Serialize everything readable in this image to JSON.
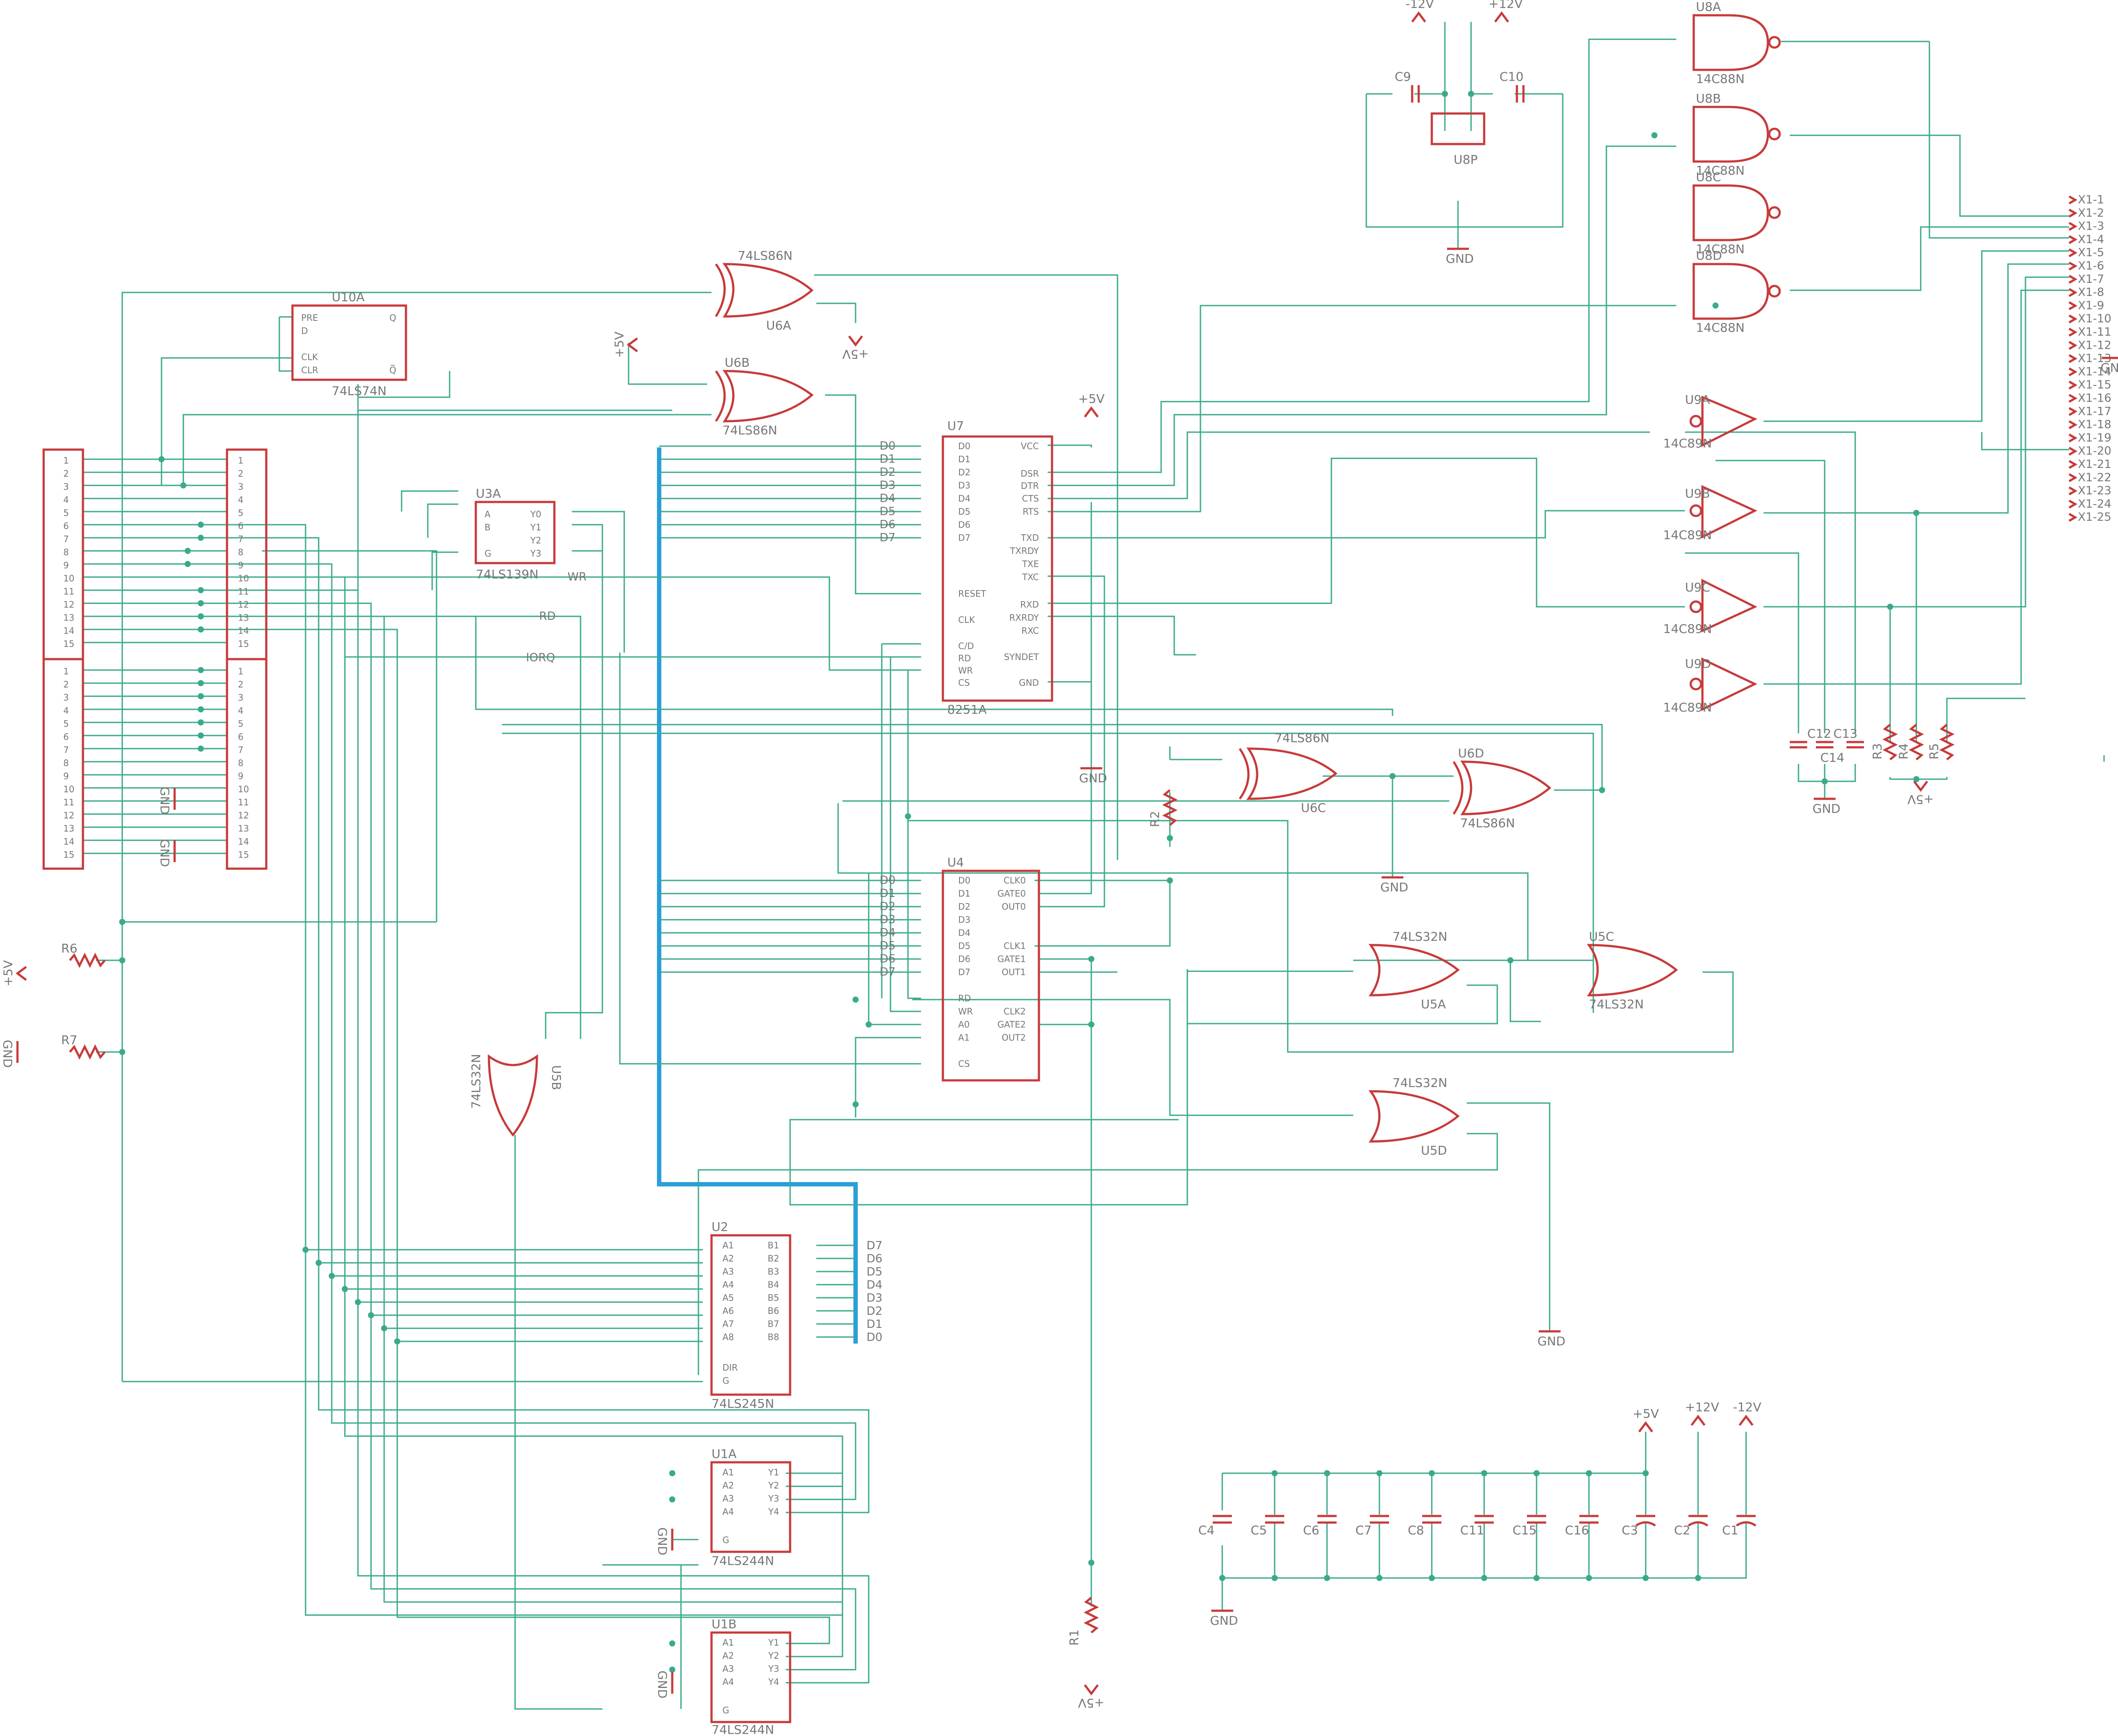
{
  "colors": {
    "wire": "#3aaa8c",
    "bus": "#2a9fd8",
    "part": "#c83a3a",
    "text": "#777777"
  },
  "labels": {
    "U8A": "U8A",
    "U8B": "U8B",
    "U8C": "U8C",
    "U8D": "U8D",
    "U8P": "U8P",
    "U9A": "U9A",
    "U9B": "U9B",
    "U9C": "U9C",
    "U9D": "U9D",
    "U6A": "U6A",
    "U6B": "U6B",
    "U6C": "U6C",
    "U6D": "U6D",
    "U5A": "U5A",
    "U5B": "U5B",
    "U5C": "U5C",
    "U5D": "U5D",
    "U10A": "U10A",
    "U3A": "U3A",
    "U7": "U7",
    "U4": "U4",
    "U2": "U2",
    "U1A": "U1A",
    "U1B": "U1B",
    "v14C88N": "14C88N",
    "v14C89N": "14C89N",
    "v74LS86N": "74LS86N",
    "v74LS32N": "74LS32N",
    "v74LS74N": "74LS74N",
    "v74LS139N": "74LS139N",
    "v8251A": "8251A",
    "v74LS245N": "74LS245N",
    "v74LS244N": "74LS244N",
    "C1": "C1",
    "C2": "C2",
    "C3": "C3",
    "C4": "C4",
    "C5": "C5",
    "C6": "C6",
    "C7": "C7",
    "C8": "C8",
    "C9": "C9",
    "C10": "C10",
    "C11": "C11",
    "C12": "C12",
    "C13": "C13",
    "C14": "C14",
    "C15": "C15",
    "C16": "C16",
    "R1": "R1",
    "R2": "R2",
    "R3": "R3",
    "R4": "R4",
    "R5": "R5",
    "R6": "R6",
    "R7": "R7",
    "GND": "GND",
    "P5V": "+5V",
    "P12V": "+12V",
    "M12V": "-12V",
    "WR": "WR",
    "RD": "RD",
    "IORQ": "IORQ"
  },
  "u7_pins": [
    "D0",
    "D1",
    "D2",
    "D3",
    "D4",
    "D5",
    "D6",
    "D7",
    "RESET",
    "CLK",
    "C/D",
    "RD",
    "WR",
    "CS",
    "VCC",
    "DSR",
    "DTR",
    "CTS",
    "RTS",
    "TXD",
    "TXRDY",
    "TXE",
    "TXC",
    "RXD",
    "RXRDY",
    "RXC",
    "SYNDET",
    "GND"
  ],
  "u4_pins": [
    "D0",
    "D1",
    "D2",
    "D3",
    "D4",
    "D5",
    "D6",
    "D7",
    "RD",
    "WR",
    "A0",
    "A1",
    "CS",
    "CLK0",
    "GATE0",
    "OUT0",
    "CLK1",
    "GATE1",
    "OUT1",
    "CLK2",
    "GATE2",
    "OUT2"
  ],
  "u2_pins": [
    "A1",
    "A2",
    "A3",
    "A4",
    "A5",
    "A6",
    "A7",
    "A8",
    "DIR",
    "G",
    "B1",
    "B2",
    "B3",
    "B4",
    "B5",
    "B6",
    "B7",
    "B8"
  ],
  "u1_pins": [
    "A1",
    "A2",
    "A3",
    "A4",
    "Y1",
    "Y2",
    "Y3",
    "Y4",
    "G"
  ],
  "u10_pins": [
    "PRE",
    "D",
    "CLK",
    "CLR",
    "Q",
    "Q̅"
  ],
  "u3_pins": [
    "A",
    "B",
    "G",
    "Y0",
    "Y1",
    "Y2",
    "Y3"
  ],
  "bus_labels": [
    "D0",
    "D1",
    "D2",
    "D3",
    "D4",
    "D5",
    "D6",
    "D7"
  ],
  "connector_x1": [
    "X1-1",
    "X1-2",
    "X1-3",
    "X1-4",
    "X1-5",
    "X1-6",
    "X1-7",
    "X1-8",
    "X1-9",
    "X1-10",
    "X1-11",
    "X1-12",
    "X1-13",
    "X1-14",
    "X1-15",
    "X1-16",
    "X1-17",
    "X1-18",
    "X1-19",
    "X1-20",
    "X1-21",
    "X1-22",
    "X1-23",
    "X1-24",
    "X1-25"
  ],
  "edge_rows": [
    "1",
    "2",
    "3",
    "4",
    "5",
    "6",
    "7",
    "8",
    "9",
    "10",
    "11",
    "12",
    "13",
    "14",
    "15"
  ]
}
